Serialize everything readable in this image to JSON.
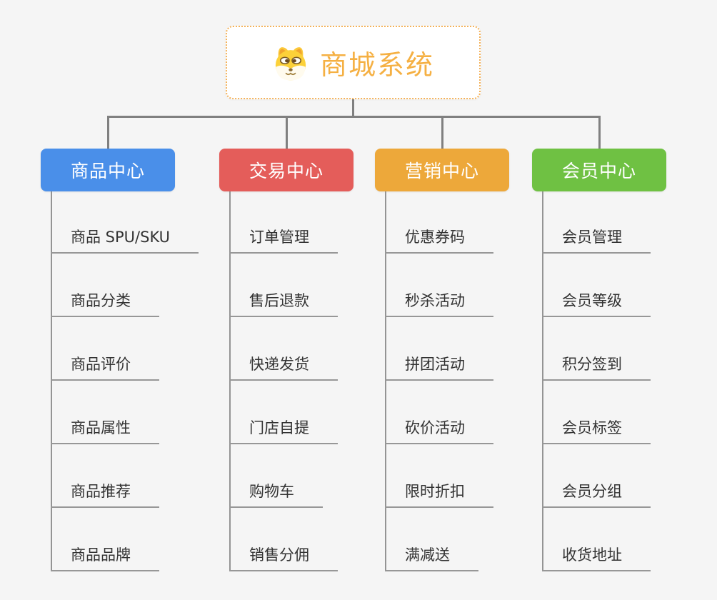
{
  "root": {
    "title": "商城系统",
    "icon": "dog-face-icon",
    "title_color": "#f5b043",
    "border_color": "#f4b25a"
  },
  "colors": {
    "background": "#f5f5f5",
    "connector_line": "#808080",
    "leaf_underline": "#979797",
    "leaf_text": "#333333"
  },
  "branches": [
    {
      "label": "商品中心",
      "color": "#4a8fe9",
      "items": [
        "商品 SPU/SKU",
        "商品分类",
        "商品评价",
        "商品属性",
        "商品推荐",
        "商品品牌"
      ]
    },
    {
      "label": "交易中心",
      "color": "#e45d5a",
      "items": [
        "订单管理",
        "售后退款",
        "快递发货",
        "门店自提",
        "购物车",
        "销售分佣"
      ]
    },
    {
      "label": "营销中心",
      "color": "#eda83a",
      "items": [
        "优惠券码",
        "秒杀活动",
        "拼团活动",
        "砍价活动",
        "限时折扣",
        "满减送"
      ]
    },
    {
      "label": "会员中心",
      "color": "#6fc143",
      "items": [
        "会员管理",
        "会员等级",
        "积分签到",
        "会员标签",
        "会员分组",
        "收货地址"
      ]
    }
  ]
}
